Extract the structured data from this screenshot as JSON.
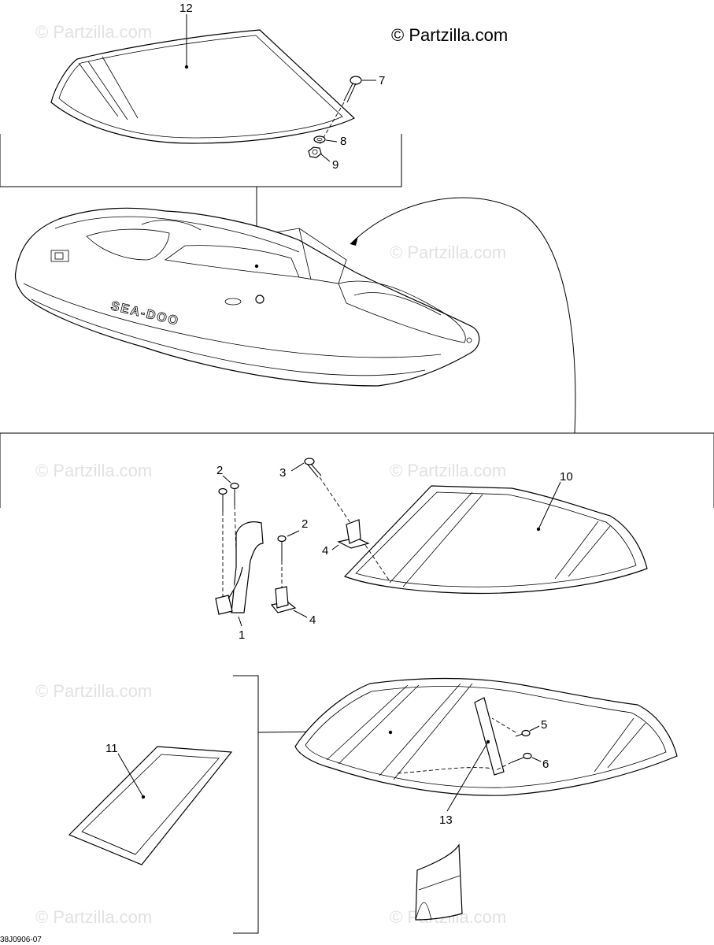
{
  "copyright": "© Partzilla.com",
  "watermark_text": "© Partzilla.com",
  "diagram_code": "38J0906-07",
  "callouts": {
    "c1": "1",
    "c2a": "2",
    "c2b": "2",
    "c3": "3",
    "c4a": "4",
    "c4b": "4",
    "c5": "5",
    "c6": "6",
    "c7": "7",
    "c8": "8",
    "c9": "9",
    "c10": "10",
    "c11": "11",
    "c12": "12",
    "c13": "13"
  },
  "boat_decal": "SEA-DOO",
  "colors": {
    "line": "#000000",
    "background": "#ffffff",
    "watermark": "#e2e2e2"
  }
}
